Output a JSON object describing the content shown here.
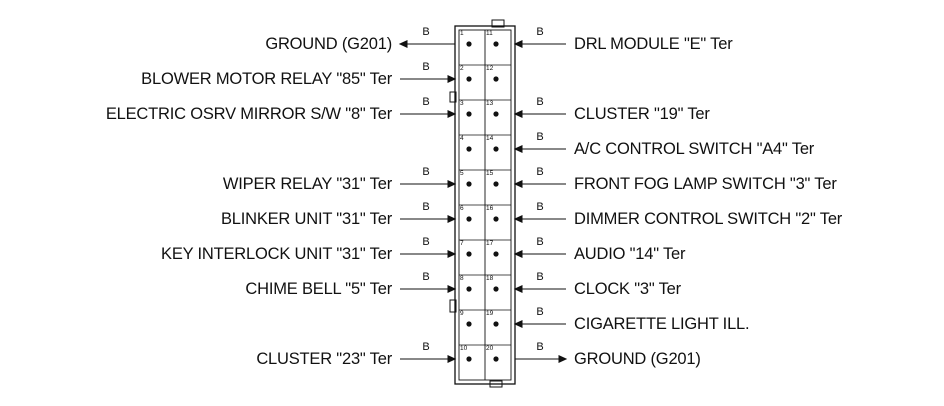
{
  "connector": {
    "pins_left": [
      "1",
      "2",
      "3",
      "4",
      "5",
      "6",
      "7",
      "8",
      "9",
      "10"
    ],
    "pins_right": [
      "11",
      "12",
      "13",
      "14",
      "15",
      "16",
      "17",
      "18",
      "19",
      "20"
    ]
  },
  "left_circuits": [
    {
      "pin": "1",
      "label": "GROUND (G201)",
      "wire_color": "B",
      "direction": "out"
    },
    {
      "pin": "2",
      "label": "BLOWER MOTOR RELAY \"85\" Ter",
      "wire_color": "B",
      "direction": "in"
    },
    {
      "pin": "3",
      "label": "ELECTRIC OSRV MIRROR S/W \"8\" Ter",
      "wire_color": "B",
      "direction": "in"
    },
    {
      "pin": "5",
      "label": "WIPER RELAY \"31\" Ter",
      "wire_color": "B",
      "direction": "in"
    },
    {
      "pin": "6",
      "label": "BLINKER UNIT \"31\" Ter",
      "wire_color": "B",
      "direction": "in"
    },
    {
      "pin": "7",
      "label": "KEY INTERLOCK UNIT \"31\" Ter",
      "wire_color": "B",
      "direction": "in"
    },
    {
      "pin": "8",
      "label": "CHIME BELL \"5\" Ter",
      "wire_color": "B",
      "direction": "in"
    },
    {
      "pin": "10",
      "label": "CLUSTER \"23\" Ter",
      "wire_color": "B",
      "direction": "in"
    }
  ],
  "right_circuits": [
    {
      "pin": "11",
      "label": "DRL MODULE \"E\" Ter",
      "wire_color": "B",
      "direction": "in"
    },
    {
      "pin": "13",
      "label": "CLUSTER \"19\" Ter",
      "wire_color": "B",
      "direction": "in"
    },
    {
      "pin": "14",
      "label": "A/C CONTROL SWITCH \"A4\" Ter",
      "wire_color": "B",
      "direction": "in"
    },
    {
      "pin": "15",
      "label": "FRONT FOG LAMP SWITCH \"3\" Ter",
      "wire_color": "B",
      "direction": "in"
    },
    {
      "pin": "16",
      "label": "DIMMER CONTROL SWITCH \"2\" Ter",
      "wire_color": "B",
      "direction": "in"
    },
    {
      "pin": "17",
      "label": "AUDIO \"14\" Ter",
      "wire_color": "B",
      "direction": "in"
    },
    {
      "pin": "18",
      "label": "CLOCK \"3\" Ter",
      "wire_color": "B",
      "direction": "in"
    },
    {
      "pin": "19",
      "label": "CIGARETTE LIGHT ILL.",
      "wire_color": "B",
      "direction": "in"
    },
    {
      "pin": "20",
      "label": "GROUND (G201)",
      "wire_color": "B",
      "direction": "out"
    }
  ],
  "colors": {
    "line": "#111111",
    "background": "#ffffff"
  }
}
